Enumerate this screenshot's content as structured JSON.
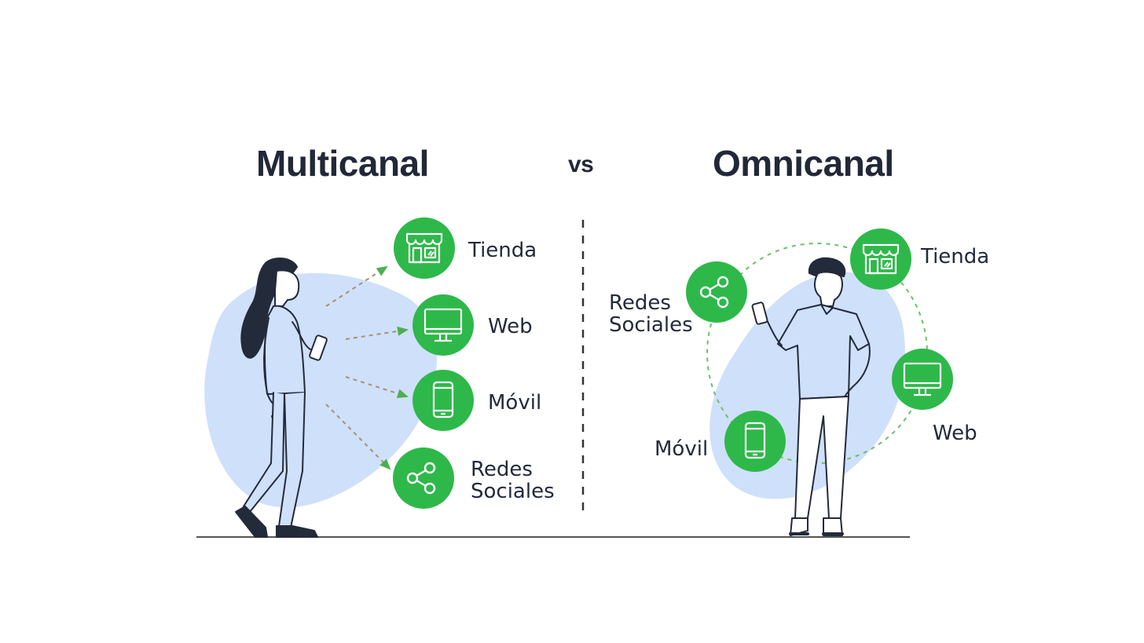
{
  "titles": {
    "left": "Multicanal",
    "vs": "vs",
    "right": "Omnicanal"
  },
  "multicanal": {
    "channels": [
      {
        "label": "Tienda",
        "icon": "store-icon"
      },
      {
        "label": "Web",
        "icon": "monitor-icon"
      },
      {
        "label": "Móvil",
        "icon": "smartphone-icon"
      },
      {
        "label": "Redes",
        "label2": "Sociales",
        "icon": "share-icon"
      }
    ]
  },
  "omnicanal": {
    "channels": [
      {
        "label": "Tienda",
        "icon": "store-icon"
      },
      {
        "label": "Redes",
        "label2": "Sociales",
        "icon": "share-icon"
      },
      {
        "label": "Web",
        "icon": "monitor-icon"
      },
      {
        "label": "Móvil",
        "icon": "smartphone-icon"
      }
    ]
  },
  "colors": {
    "green": "#2eb84a",
    "blob": "#cfe0fb",
    "ink": "#232a3a",
    "arrow": "#8a8a7a",
    "arrowhead": "#4caf50"
  }
}
